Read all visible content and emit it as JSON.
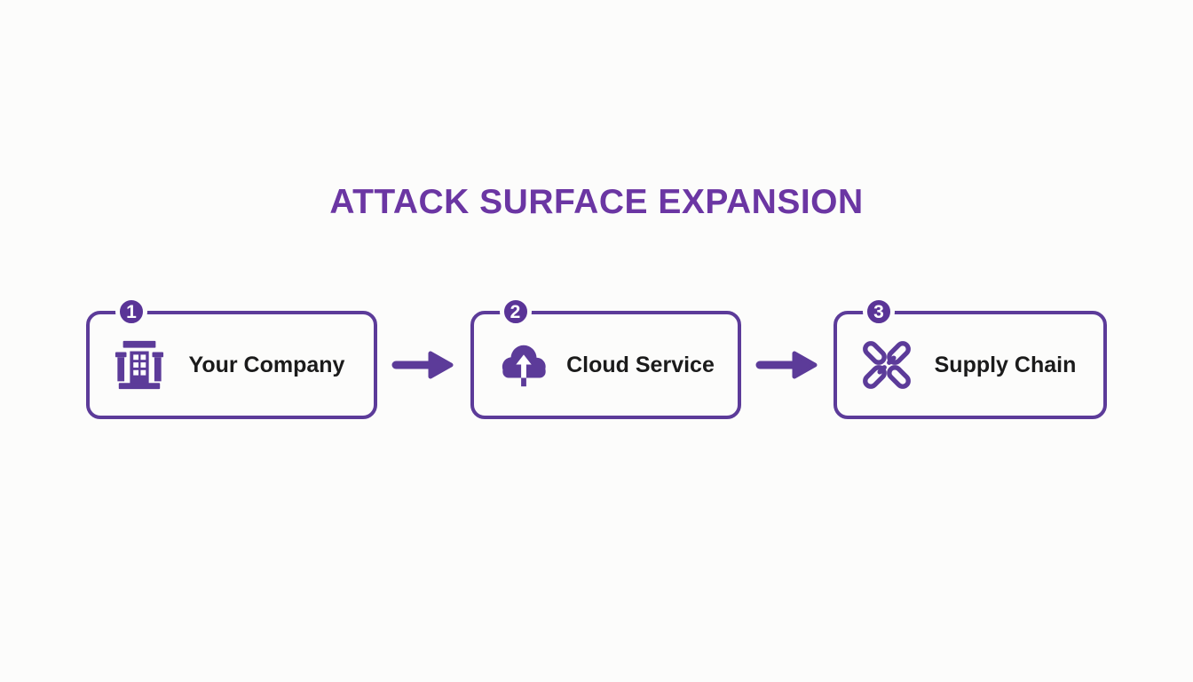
{
  "title": "ATTACK SURFACE EXPANSION",
  "steps": [
    {
      "number": "1",
      "label": "Your Company",
      "icon": "office-building-icon"
    },
    {
      "number": "2",
      "label": "Cloud Service",
      "icon": "cloud-upload-icon"
    },
    {
      "number": "3",
      "label": "Supply Chain",
      "icon": "broken-chain-links-icon"
    }
  ],
  "connectors": [
    {
      "icon": "right-arrow-icon"
    },
    {
      "icon": "right-arrow-icon"
    }
  ],
  "colors": {
    "purple": "#5C3B99",
    "title_purple": "#6B36A3",
    "badge_fill": "#5A3497",
    "badge_text": "#FFFFFF",
    "label_text": "#1B1B1B",
    "background": "#FCFCFB"
  }
}
